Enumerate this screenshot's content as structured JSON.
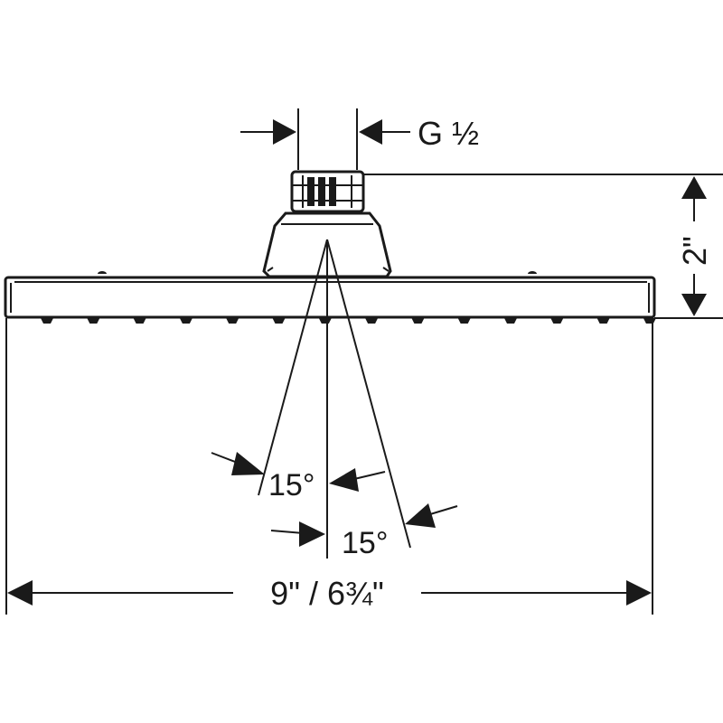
{
  "thread_label": "G ½",
  "height_label": "2\"",
  "angle_left_label": "15°",
  "angle_right_label": "15°",
  "width_label": "9\" / 6¾\"",
  "colors": {
    "line": "#1a1a1a",
    "background": "#ffffff"
  }
}
